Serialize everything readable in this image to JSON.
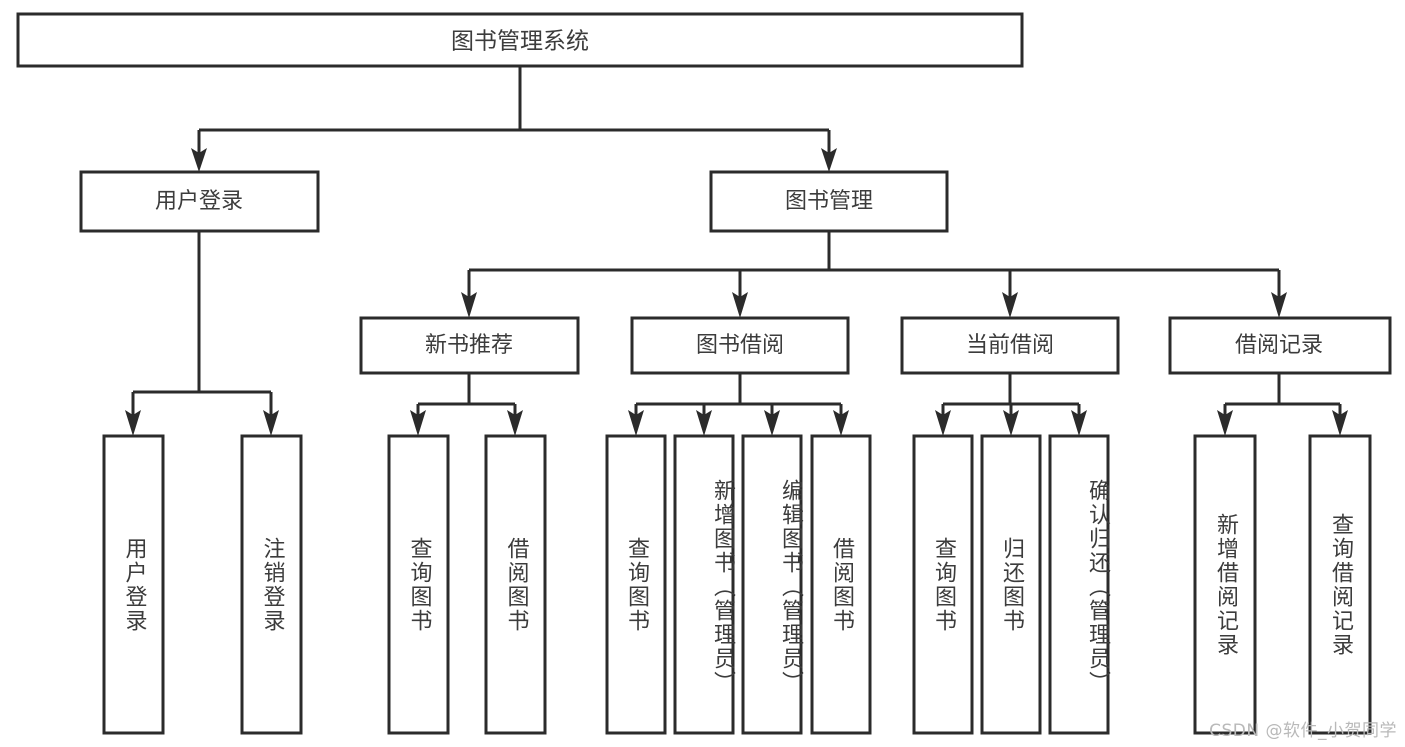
{
  "diagram": {
    "title": "图书管理系统",
    "type": "tree-hierarchy",
    "colors": {
      "box_stroke": "#2b2b2b",
      "box_fill": "#ffffff",
      "text": "#3c3c3c",
      "connector": "#2b2b2b",
      "watermark": "#b9b9b9",
      "background": "#ffffff"
    },
    "root": {
      "label": "图书管理系统"
    },
    "level2": [
      {
        "label": "用户登录"
      },
      {
        "label": "图书管理"
      }
    ],
    "level3": [
      {
        "label": "新书推荐"
      },
      {
        "label": "图书借阅"
      },
      {
        "label": "当前借阅"
      },
      {
        "label": "借阅记录"
      }
    ],
    "leaves": [
      {
        "label": "用户登录"
      },
      {
        "label": "注销登录"
      },
      {
        "label": "查询图书"
      },
      {
        "label": "借阅图书"
      },
      {
        "label": "查询图书"
      },
      {
        "label": "新增图书（管理员）"
      },
      {
        "label": "编辑图书（管理员）"
      },
      {
        "label": "借阅图书"
      },
      {
        "label": "查询图书"
      },
      {
        "label": "归还图书"
      },
      {
        "label": "确认归还（管理员）"
      },
      {
        "label": "新增借阅记录"
      },
      {
        "label": "查询借阅记录"
      }
    ],
    "groups": [
      {
        "parent": "用户登录",
        "children": [
          "用户登录",
          "注销登录"
        ]
      },
      {
        "parent": "新书推荐",
        "children": [
          "查询图书",
          "借阅图书"
        ]
      },
      {
        "parent": "图书借阅",
        "children": [
          "查询图书",
          "新增图书（管理员）",
          "编辑图书（管理员）",
          "借阅图书"
        ]
      },
      {
        "parent": "当前借阅",
        "children": [
          "查询图书",
          "归还图书",
          "确认归还（管理员）"
        ]
      },
      {
        "parent": "借阅记录",
        "children": [
          "新增借阅记录",
          "查询借阅记录"
        ]
      }
    ],
    "watermark": "CSDN @软件_小贺同学"
  }
}
